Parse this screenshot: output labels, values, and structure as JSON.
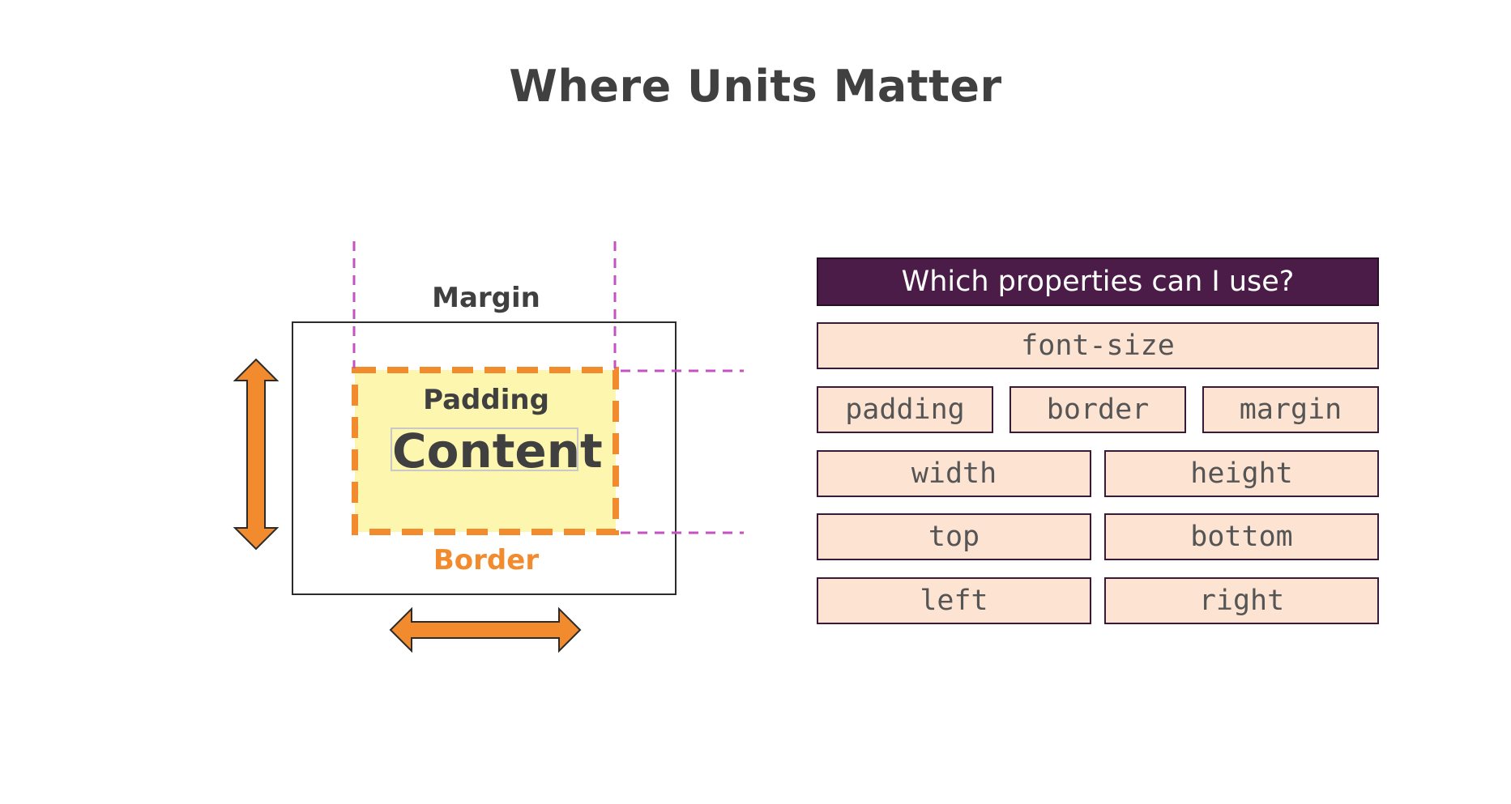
{
  "title": "Where Units Matter",
  "diagram": {
    "margin_label": "Margin",
    "padding_label": "Padding",
    "content_label": "Content",
    "border_label": "Border"
  },
  "properties": {
    "header": "Which properties can I use?",
    "rows": [
      [
        "font-size"
      ],
      [
        "padding",
        "border",
        "margin"
      ],
      [
        "width",
        "height"
      ],
      [
        "top",
        "bottom"
      ],
      [
        "left",
        "right"
      ]
    ]
  },
  "colors": {
    "header_bg": "#4b1c48",
    "prop_bg": "#fde3d2",
    "accent_orange": "#f28a2e",
    "padding_fill": "#fdf6ae",
    "guide_magenta": "#c552c2"
  }
}
